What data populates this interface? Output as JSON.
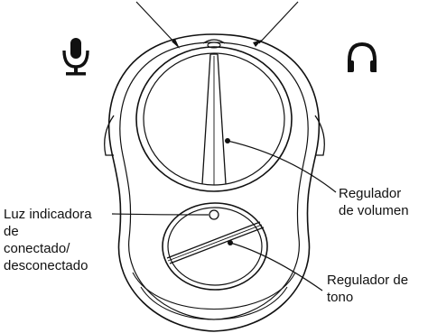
{
  "diagram": {
    "icons": {
      "left": "microphone-icon",
      "right": "headphones-icon"
    },
    "labels": {
      "status_light": [
        "Luz indicadora",
        "de",
        "conectado/",
        "desconectado"
      ],
      "volume": [
        "Regulador",
        "de volumen"
      ],
      "tone": [
        "Regulador de",
        "tono"
      ]
    },
    "colors": {
      "line": "#111111",
      "background": "#ffffff"
    }
  }
}
